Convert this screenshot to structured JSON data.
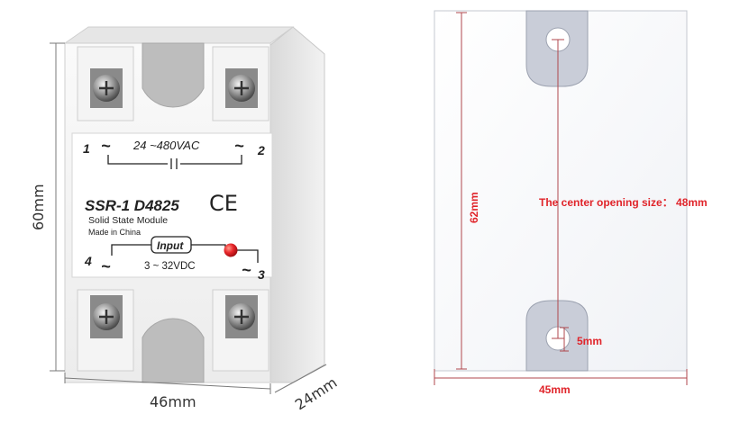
{
  "left_view": {
    "dim_height": "60mm",
    "dim_width": "46mm",
    "dim_depth": "24mm",
    "terminal_1": "1",
    "terminal_2": "2",
    "terminal_3": "3",
    "terminal_4": "4",
    "tilde": "~",
    "load_voltage": "24 ~480VAC",
    "model": "SSR-1 D4825",
    "mark": "CE",
    "subtitle": "Solid State Module",
    "origin": "Made in China",
    "input_label": "Input",
    "input_voltage": "3 ~ 32VDC"
  },
  "right_view": {
    "dim_height": "62mm",
    "dim_width": "45mm",
    "center_opening": "The center opening size： 48mm",
    "hole_size": "5mm"
  },
  "colors": {
    "dimension_line": "#b0474d",
    "red_text": "#e0242a",
    "indicator_led": "#e8262a"
  }
}
